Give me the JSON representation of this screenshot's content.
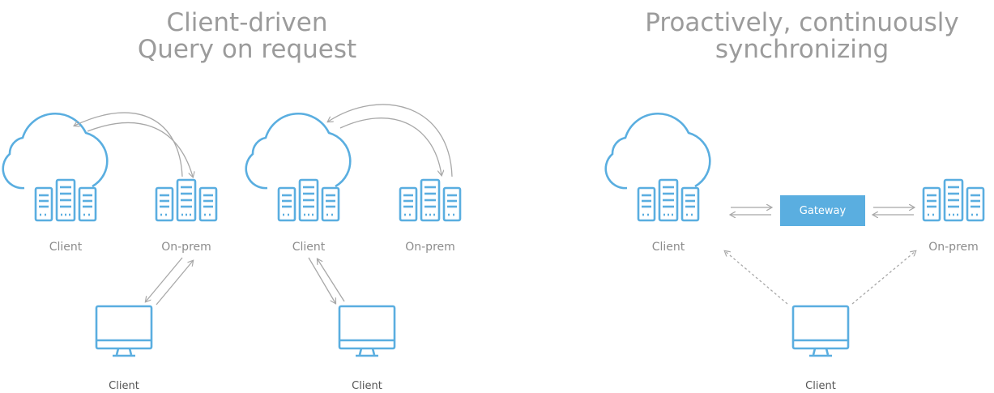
{
  "headings": {
    "left_line1": "Client-driven",
    "left_line2": "Query on request",
    "right_line1": "Proactively, continuously",
    "right_line2": "synchronizing"
  },
  "labels": {
    "d1_cloud": "Client",
    "d1_server": "On-prem",
    "d1_computer": "Client",
    "d2_cloud": "Client",
    "d2_server": "On-prem",
    "d2_computer": "Client",
    "d3_cloud": "Client",
    "d3_server": "On-prem",
    "d3_computer": "Client",
    "gateway": "Gateway"
  },
  "colors": {
    "accent_blue": "#5aaee0",
    "heading_gray": "#9b9b9b",
    "arrow_gray": "#a8a8a8"
  }
}
